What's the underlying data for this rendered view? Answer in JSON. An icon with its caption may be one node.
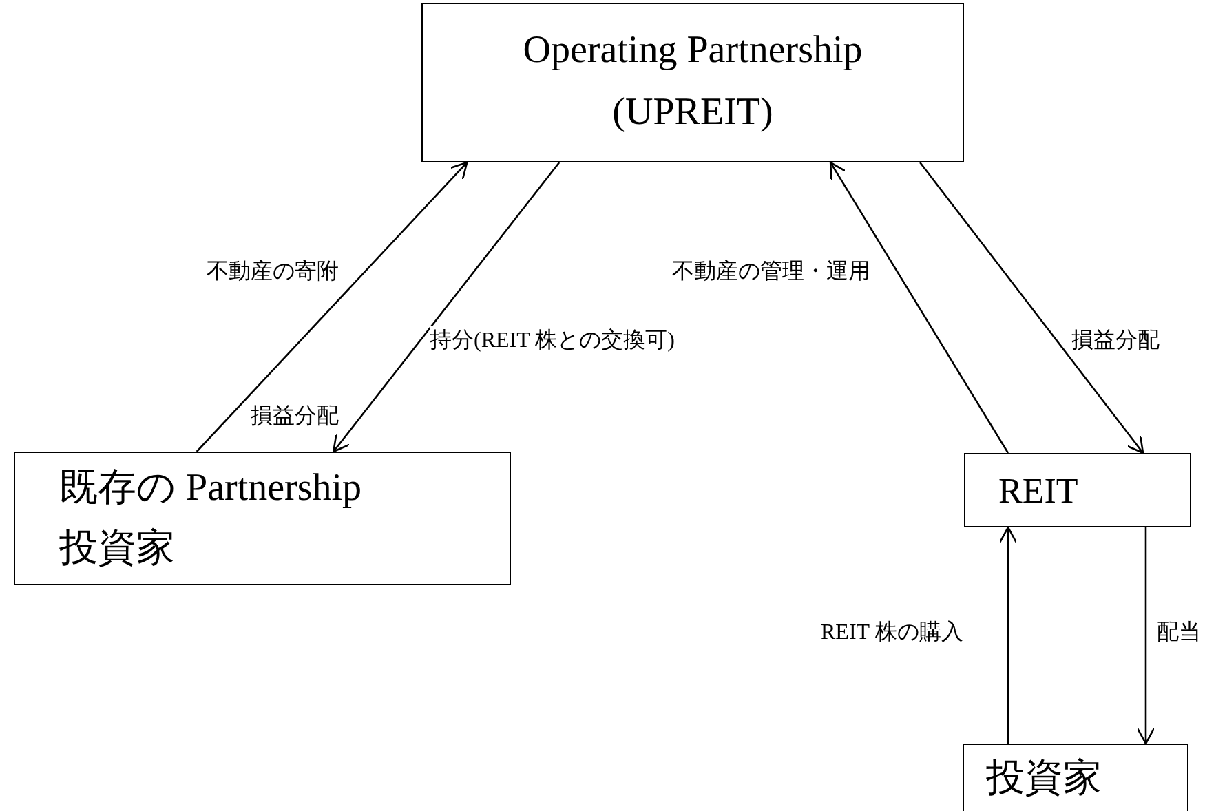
{
  "diagram": {
    "nodes": [
      {
        "text": [
          "Operating Partnership (UPREIT)"
        ]
      },
      {
        "text": [
          "既存の Partnership",
          "投資家"
        ]
      },
      {
        "text": [
          "REIT"
        ]
      },
      {
        "text": [
          "投資家"
        ]
      }
    ],
    "edges": [
      {
        "from": 1,
        "to": 0,
        "arrow": "to",
        "label": "不動産の寄附"
      },
      {
        "from": 0,
        "to": 1,
        "arrow": "to",
        "label": "持分(REIT 株との交換可)"
      },
      {
        "from": 2,
        "to": 0,
        "arrow": "to",
        "label": "不動産の管理・運用"
      },
      {
        "from": 0,
        "to": 2,
        "arrow": "to",
        "label": "損益分配"
      },
      {
        "from": 3,
        "to": 2,
        "arrow": "to",
        "label": "REIT 株の購入"
      },
      {
        "from": 2,
        "to": 3,
        "arrow": "to",
        "label": "配当"
      }
    ],
    "labels": [
      "損益分配"
    ]
  }
}
